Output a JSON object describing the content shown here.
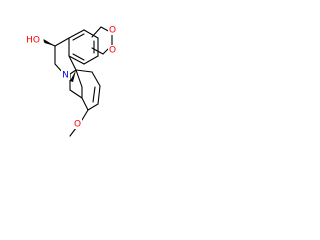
{
  "molecule": {
    "atom_labels": {
      "ho": "HO",
      "n": "N",
      "o_methoxy": "O",
      "o_dioxole_top": "O",
      "o_dioxole_bottom": "O"
    },
    "colors": {
      "bond": "#000000",
      "oxygen": "#ff0000",
      "nitrogen": "#0000ff",
      "carbon": "#000000"
    }
  }
}
